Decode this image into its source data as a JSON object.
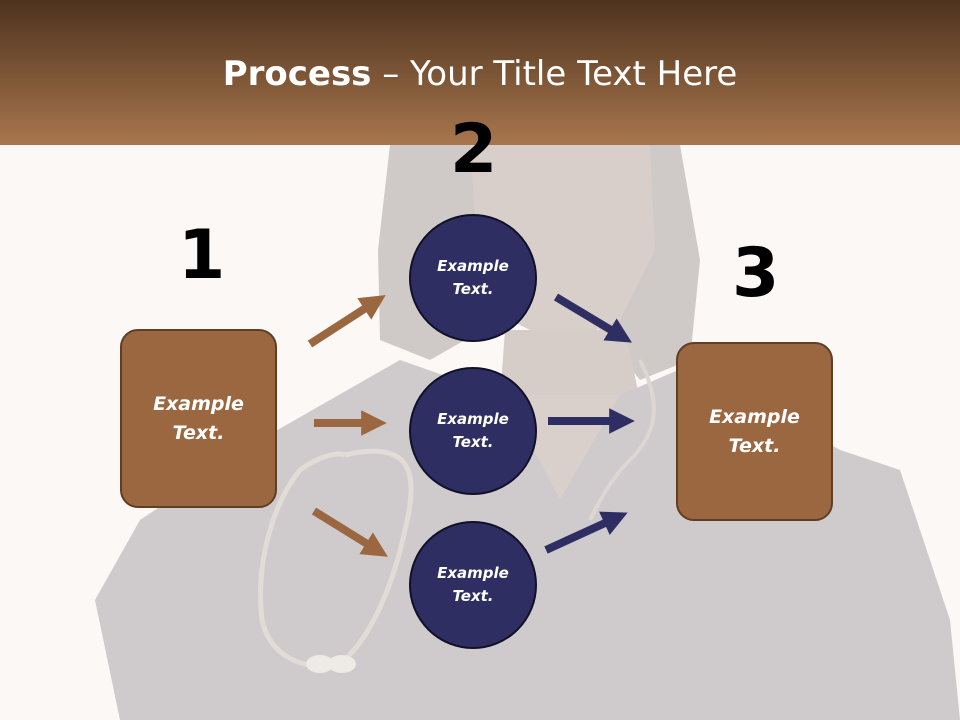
{
  "header": {
    "title_bold": "Process",
    "title_rest": " – Your Title Text Here"
  },
  "steps": {
    "step1_number": "1",
    "step2_number": "2",
    "step3_number": "3"
  },
  "nodes": {
    "left_box": "Example\nText.",
    "circle_top": "Example\nText.",
    "circle_middle": "Example\nText.",
    "circle_bottom": "Example\nText.",
    "right_box": "Example\nText."
  },
  "colors": {
    "brown_accent": "#9b6740",
    "navy_accent": "#2e2e62",
    "header_dark": "#4e331f",
    "header_light": "#a8764e"
  }
}
